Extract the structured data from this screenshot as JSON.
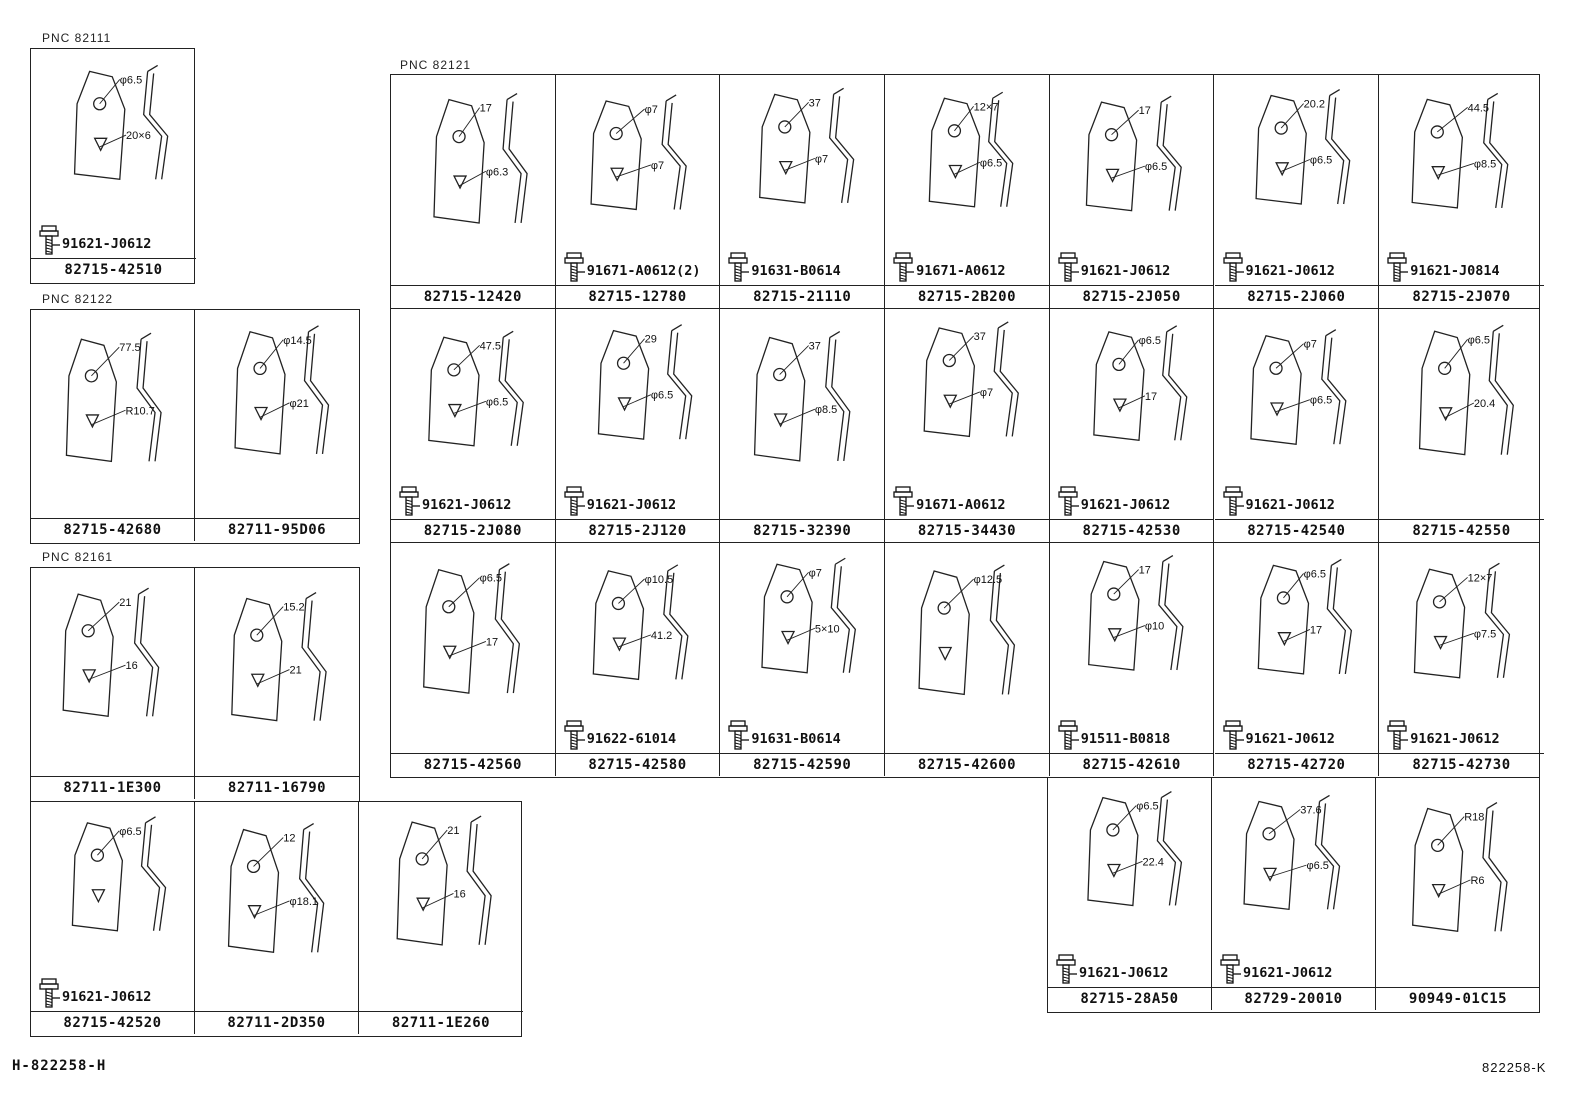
{
  "pnc_82111": "PNC  82111",
  "pnc_82121": "PNC  82121",
  "pnc_82122": "PNC  82122",
  "pnc_82161": "PNC  82161",
  "footer_left": "H-822258-H",
  "footer_right": "822258-K",
  "g82111": [
    {
      "part": "82715-42510",
      "bolt": "91621-J0612",
      "dims": [
        "φ6.5",
        "20×6"
      ]
    }
  ],
  "g82122": [
    {
      "part": "82715-42680",
      "bolt": "",
      "dims": [
        "77.5",
        "R10.7"
      ]
    },
    {
      "part": "82711-95D06",
      "bolt": "",
      "dims": [
        "φ14.5",
        "φ21"
      ]
    }
  ],
  "g82161_a": [
    {
      "part": "82711-1E300",
      "bolt": "",
      "dims": [
        "21",
        "16"
      ]
    },
    {
      "part": "82711-16790",
      "bolt": "",
      "dims": [
        "15.2",
        "21"
      ]
    }
  ],
  "g82161_b": [
    {
      "part": "82715-42520",
      "bolt": "91621-J0612",
      "dims": [
        "φ6.5"
      ]
    },
    {
      "part": "82711-2D350",
      "bolt": "",
      "dims": [
        "12",
        "φ18.1"
      ]
    },
    {
      "part": "82711-1E260",
      "bolt": "",
      "dims": [
        "21",
        "16"
      ]
    }
  ],
  "g82121": [
    [
      {
        "part": "82715-12420",
        "bolt": "",
        "dims": [
          "17",
          "φ6.3"
        ]
      },
      {
        "part": "82715-12780",
        "bolt": "91671-A0612(2)",
        "dims": [
          "φ7",
          "φ7"
        ]
      },
      {
        "part": "82715-21110",
        "bolt": "91631-B0614",
        "dims": [
          "37",
          "φ7"
        ]
      },
      {
        "part": "82715-2B200",
        "bolt": "91671-A0612",
        "dims": [
          "12×7",
          "φ6.5"
        ]
      },
      {
        "part": "82715-2J050",
        "bolt": "91621-J0612",
        "dims": [
          "17",
          "φ6.5"
        ]
      },
      {
        "part": "82715-2J060",
        "bolt": "91621-J0612",
        "dims": [
          "20.2",
          "φ6.5"
        ]
      },
      {
        "part": "82715-2J070",
        "bolt": "91621-J0814",
        "dims": [
          "44.5",
          "φ8.5"
        ]
      }
    ],
    [
      {
        "part": "82715-2J080",
        "bolt": "91621-J0612",
        "dims": [
          "47.5",
          "φ6.5"
        ]
      },
      {
        "part": "82715-2J120",
        "bolt": "91621-J0612",
        "dims": [
          "29",
          "φ6.5"
        ]
      },
      {
        "part": "82715-32390",
        "bolt": "",
        "dims": [
          "37",
          "φ8.5"
        ]
      },
      {
        "part": "82715-34430",
        "bolt": "91671-A0612",
        "dims": [
          "37",
          "φ7"
        ]
      },
      {
        "part": "82715-42530",
        "bolt": "91621-J0612",
        "dims": [
          "φ6.5",
          "17"
        ]
      },
      {
        "part": "82715-42540",
        "bolt": "91621-J0612",
        "dims": [
          "φ7",
          "φ6.5"
        ]
      },
      {
        "part": "82715-42550",
        "bolt": "",
        "dims": [
          "φ6.5",
          "20.4"
        ]
      }
    ],
    [
      {
        "part": "82715-42560",
        "bolt": "",
        "dims": [
          "φ6.5",
          "17"
        ]
      },
      {
        "part": "82715-42580",
        "bolt": "91622-61014",
        "dims": [
          "φ10.5",
          "41.2"
        ]
      },
      {
        "part": "82715-42590",
        "bolt": "91631-B0614",
        "dims": [
          "φ7",
          "5×10"
        ]
      },
      {
        "part": "82715-42600",
        "bolt": "",
        "dims": [
          "φ12.5"
        ]
      },
      {
        "part": "82715-42610",
        "bolt": "91511-B0818",
        "dims": [
          "17",
          "φ10"
        ]
      },
      {
        "part": "82715-42720",
        "bolt": "91621-J0612",
        "dims": [
          "φ6.5",
          "17"
        ]
      },
      {
        "part": "82715-42730",
        "bolt": "91621-J0612",
        "dims": [
          "12×7",
          "φ7.5"
        ]
      }
    ]
  ],
  "g_extra": [
    {
      "part": "82715-28A50",
      "bolt": "91621-J0612",
      "dims": [
        "φ6.5",
        "22.4"
      ]
    },
    {
      "part": "82729-20010",
      "bolt": "91621-J0612",
      "dims": [
        "37.6",
        "φ6.5"
      ]
    },
    {
      "part": "90949-01C15",
      "bolt": "",
      "dims": [
        "R18",
        "R6"
      ]
    }
  ]
}
